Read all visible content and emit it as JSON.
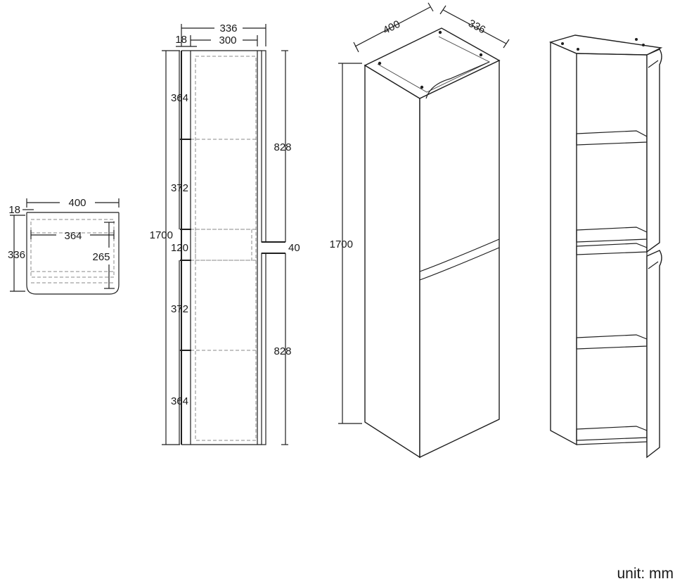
{
  "unit_label": "unit: mm",
  "section_view": {
    "width": "400",
    "side_panel": "18",
    "inner_width": "364",
    "depth": "336",
    "shelf_depth": "265"
  },
  "side_view": {
    "depth_outer": "336",
    "side_panel": "18",
    "inner_depth": "300",
    "total_height": "1700",
    "compartment_top": "364",
    "compartment_upper": "372",
    "middle_gap": "120",
    "compartment_lower": "372",
    "compartment_bottom": "364",
    "door_upper": "828",
    "door_gap": "40",
    "door_lower": "828"
  },
  "iso_view": {
    "width": "400",
    "depth": "336",
    "height": "1700"
  }
}
